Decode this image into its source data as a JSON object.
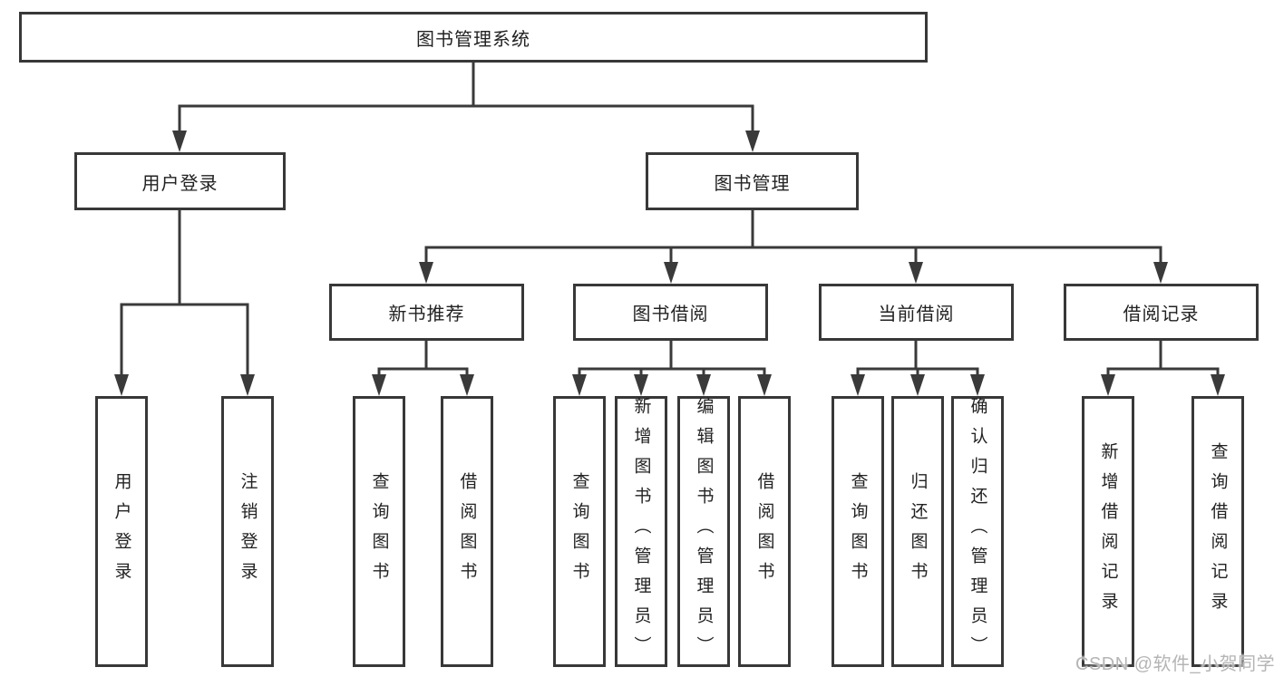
{
  "nodes": {
    "root": {
      "label": "图书管理系统"
    },
    "branches": [
      {
        "label": "用户登录",
        "leaves": [
          "用户登录",
          "注销登录"
        ]
      },
      {
        "label": "图书管理",
        "groups": [
          {
            "label": "新书推荐",
            "leaves": [
              "查询图书",
              "借阅图书"
            ]
          },
          {
            "label": "图书借阅",
            "leaves": [
              "查询图书",
              "新增图书（管理员）",
              "编辑图书（管理员）",
              "借阅图书"
            ]
          },
          {
            "label": "当前借阅",
            "leaves": [
              "查询图书",
              "归还图书",
              "确认归还（管理员）"
            ]
          },
          {
            "label": "借阅记录",
            "leaves": [
              "新增借阅记录",
              "查询借阅记录"
            ]
          }
        ]
      }
    ]
  },
  "watermark": "CSDN @软件_小贺同学",
  "colors": {
    "line": "#3a3a3a",
    "text": "#222222",
    "watermark": "#b5b5b5",
    "background": "#ffffff"
  }
}
